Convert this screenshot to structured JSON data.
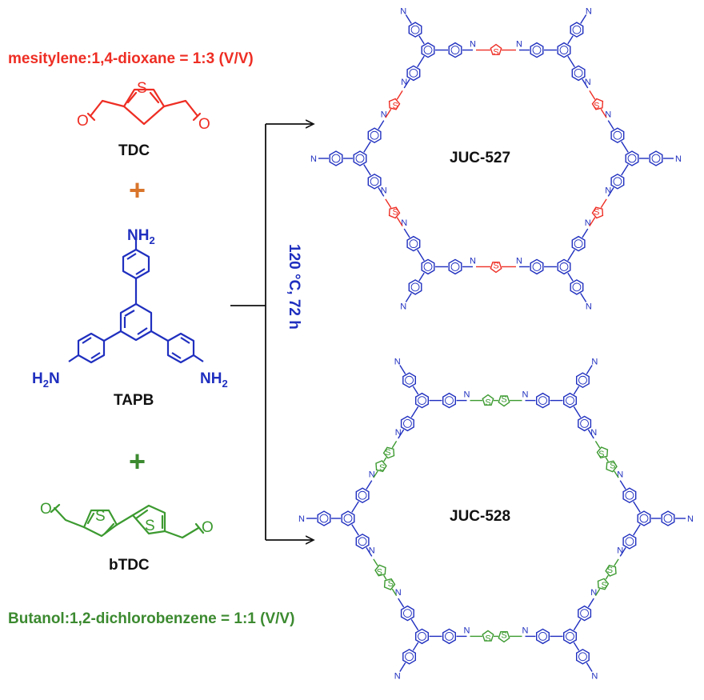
{
  "colors": {
    "tdc": "#ee2e24",
    "tapb": "#1f2fbf",
    "btdc": "#3c9a30",
    "plus_orange": "#d9752b",
    "plus_green": "#3c8a30",
    "ink": "#111111"
  },
  "conditions": {
    "top": "mesitylene:1,4-dioxane = 1:3 (V/V)",
    "bottom": "Butanol:1,2-dichlorobenzene = 1:1 (V/V)",
    "reaction": "120 °C, 72 h"
  },
  "monomers": {
    "tdc": {
      "label": "TDC",
      "heteroatom": "S",
      "carbonyl": "O"
    },
    "tapb": {
      "label": "TAPB",
      "amine": "NH",
      "subscript": "2",
      "amine_left": "H",
      "amine_left_tail": "N"
    },
    "btdc": {
      "label": "bTDC",
      "heteroatom": "S",
      "carbonyl": "O"
    }
  },
  "plus_icon": "+",
  "products": [
    {
      "label": "JUC-527",
      "linker": "thiophene"
    },
    {
      "label": "JUC-528",
      "linker": "bithiophene"
    }
  ],
  "atoms": {
    "nitrogen": "N",
    "sulfur": "S"
  }
}
